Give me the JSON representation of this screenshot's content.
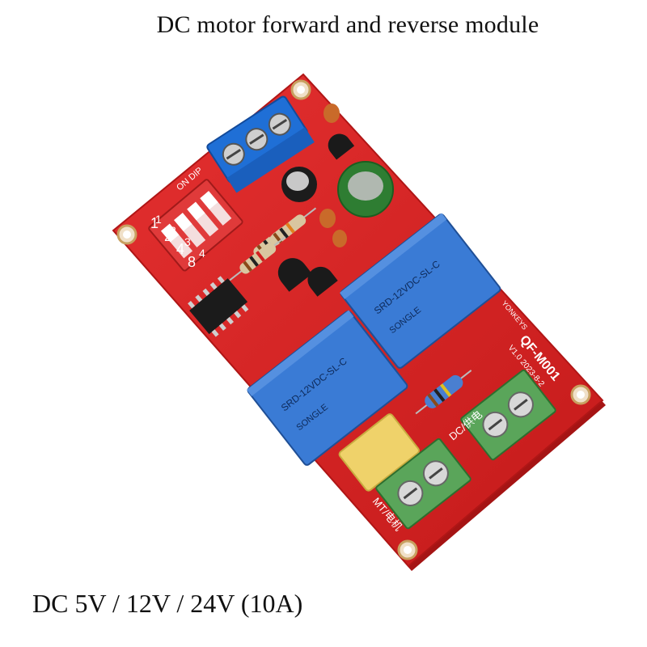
{
  "title": "DC motor forward and reverse module",
  "spec": "DC 5V / 12V / 24V (10A)",
  "board": {
    "color": "#d92121",
    "model": "QF-M001",
    "version": "V1.0 2023-8-2",
    "brand": "YONKEYS",
    "switch_label": "ON DIP",
    "dip_numbers": [
      "1",
      "2",
      "3",
      "4"
    ],
    "time_labels": [
      "1",
      "2",
      "4",
      "8"
    ],
    "input_terminal": "DC/供电",
    "motor_terminal": "MT/电机",
    "relays": [
      {
        "model": "SRD-12VDC-SL-C",
        "brand": "SONGLE"
      },
      {
        "model": "SRD-12VDC-SL-C",
        "brand": "SONGLE"
      }
    ]
  }
}
